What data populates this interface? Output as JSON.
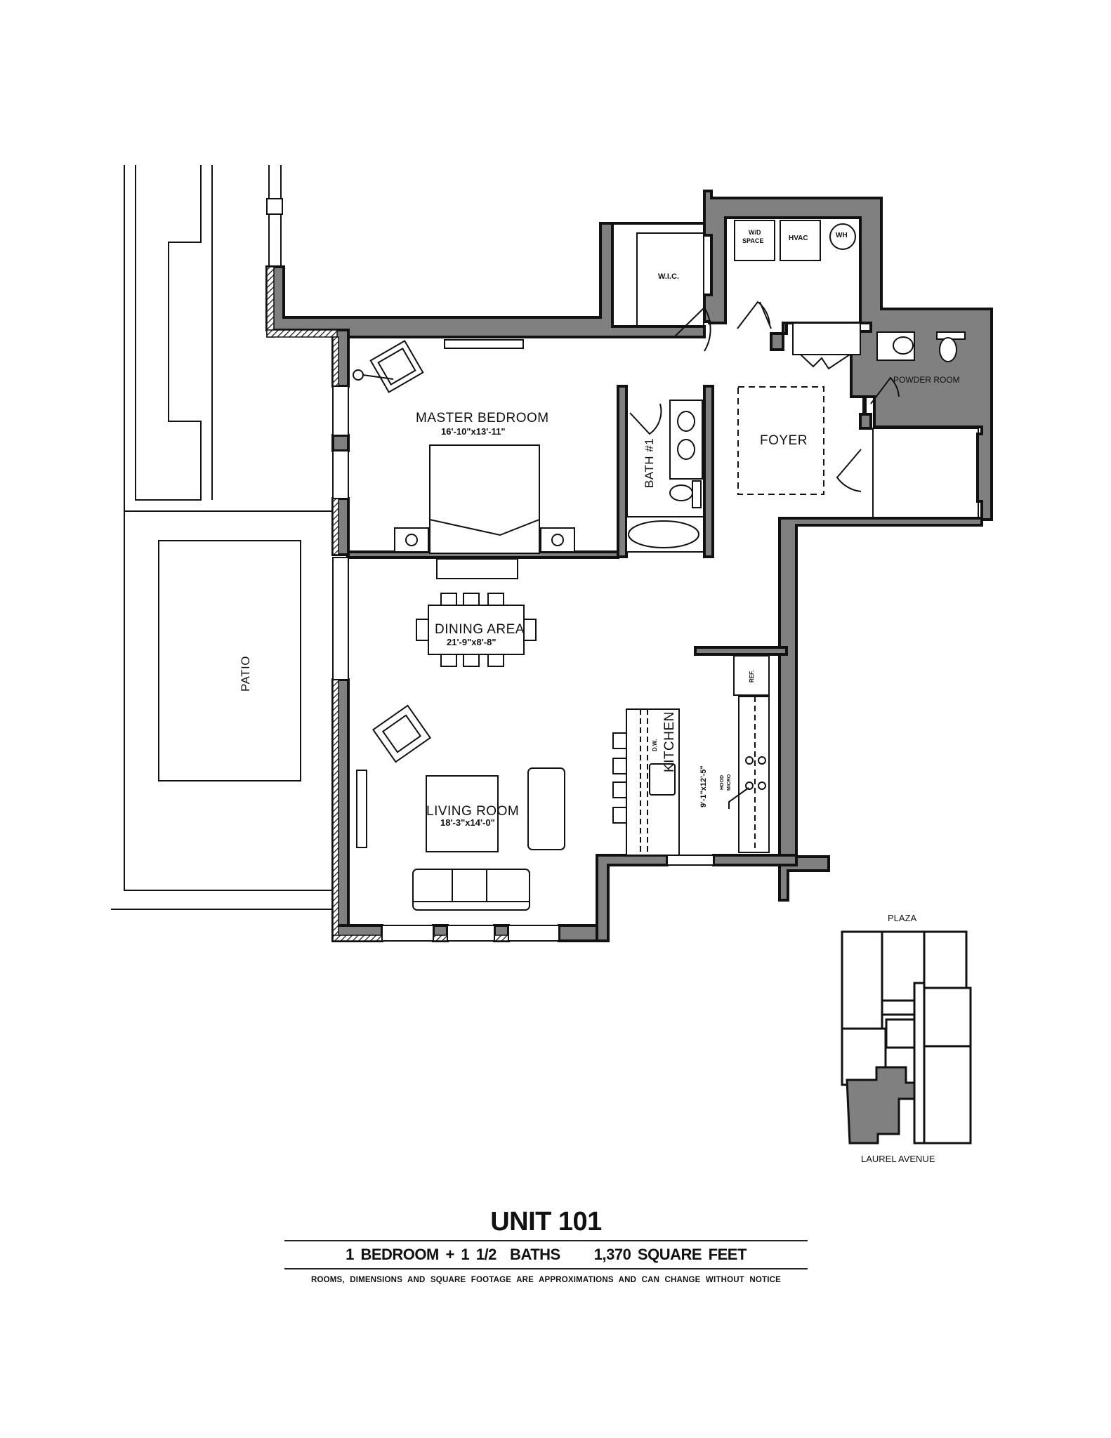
{
  "document": {
    "unit_title": "UNIT 101",
    "summary": "1 BEDROOM + 1 1/2  BATHS     1,370 SQUARE FEET",
    "bedrooms": "1 BEDROOM",
    "baths": "1 1/2 BATHS",
    "square_feet": "1,370 SQUARE FEET",
    "disclaimer": "ROOMS, DIMENSIONS AND SQUARE FOOTAGE ARE APPROXIMATIONS AND CAN CHANGE WITHOUT NOTICE"
  },
  "rooms": {
    "master_bedroom": {
      "name": "MASTER BEDROOM",
      "dimensions": "16'-10\"x13'-11\""
    },
    "dining_area": {
      "name": "DINING AREA",
      "dimensions": "21'-9\"x8'-8\""
    },
    "living_room": {
      "name": "LIVING ROOM",
      "dimensions": "18'-3\"x14'-0\""
    },
    "kitchen": {
      "name": "KITCHEN",
      "dimensions": "9'-1\"x12'-5\""
    },
    "foyer": {
      "name": "FOYER"
    },
    "bath1": {
      "name": "BATH #1"
    },
    "powder_room": {
      "name": "POWDER ROOM"
    },
    "wic": {
      "name": "W.I.C."
    },
    "patio": {
      "name": "PATIO"
    }
  },
  "fixtures": {
    "wd_space_line1": "W/D",
    "wd_space_line2": "SPACE",
    "hvac": "HVAC",
    "water_heater": "WH",
    "dishwasher": "D.W.",
    "refrigerator": "REF.",
    "hood_line1": "HOOD",
    "hood_line2": "MICRO"
  },
  "key_plan": {
    "top_label": "PLAZA",
    "bottom_label": "LAUREL AVENUE",
    "highlight_color": "#808080"
  },
  "colors": {
    "wall_fill": "#808080",
    "line": "#111111",
    "background": "#ffffff"
  }
}
